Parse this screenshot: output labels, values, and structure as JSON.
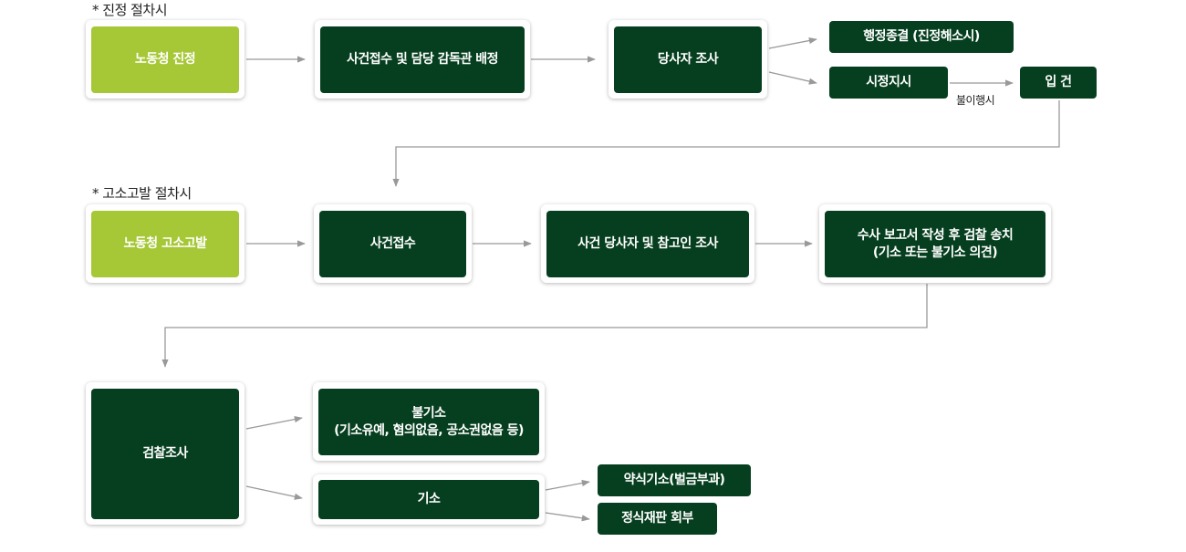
{
  "section1": {
    "title": "* 진정 절차시",
    "steps": {
      "petition": "노동청 진정",
      "receipt": "사건접수 및 담당 감독관 배정",
      "investigation": "당사자 조사",
      "closure": "행정종결 (진정해소시)",
      "correction": "시정지시",
      "noncompliance": "불이행시",
      "case_filed": "입 건"
    }
  },
  "section2": {
    "title": "* 고소고발 절차시",
    "steps": {
      "complaint": "노동청  고소고발",
      "receipt": "사건접수",
      "investigation": "사건 당사자 및 참고인 조사",
      "report": "수사 보고서 작성 후 검찰 송치\n(기소 또는 불기소 의견)"
    }
  },
  "section3": {
    "steps": {
      "prosecution_review": "검찰조사",
      "non_indictment": "불기소\n(기소유예, 혐의없음, 공소권없음 등)",
      "indictment": "기소",
      "summary_indictment": "약식기소(벌금부과)",
      "formal_trial": "정식재판 회부"
    }
  },
  "colors": {
    "start_green": "#a6c736",
    "dark_green": "#063f1f",
    "arrow": "#999999"
  }
}
